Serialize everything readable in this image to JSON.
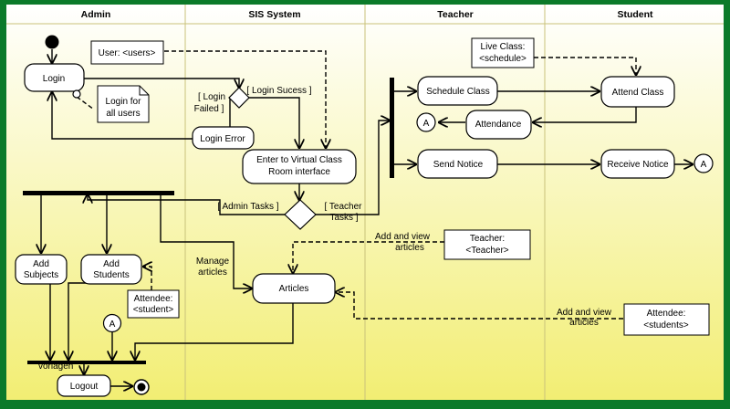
{
  "colors": {
    "frame": "#0b7a2a",
    "bg_top": "#ffffff",
    "bg_bottom": "#f2ee73",
    "line": "#000000",
    "node_fill": "#ffffff"
  },
  "lanes": [
    "Admin",
    "SIS System",
    "Teacher",
    "Student"
  ],
  "activities": {
    "login": "Login",
    "login_error": "Login Error",
    "enter_class": [
      "Enter to Virtual Class",
      "Room interface"
    ],
    "add_subjects": [
      "Add",
      "Subjects"
    ],
    "add_students": [
      "Add",
      "Students"
    ],
    "articles": "Articles",
    "logout": "Logout",
    "schedule_class": "Schedule Class",
    "attendance": "Attendance",
    "send_notice": "Send Notice",
    "attend_class": "Attend Class",
    "receive_notice": "Receive Notice"
  },
  "objects": {
    "user": "User: <users>",
    "live_class": [
      "Live Class:",
      "<schedule>"
    ],
    "teacher": [
      "Teacher:",
      "<Teacher>"
    ],
    "attendee_student": [
      "Attendee:",
      "<student>"
    ],
    "attendee_students": [
      "Attendee:",
      "<students>"
    ]
  },
  "notes": {
    "login_note": [
      "Login for",
      "all users"
    ]
  },
  "guards": {
    "login_failed": [
      "[ Login",
      "Failed ]"
    ],
    "login_success": "[ Login Sucess ]",
    "admin_tasks": "[ Admin Tasks ]",
    "teacher_tasks": [
      "[ Teacher",
      "Tasks ]"
    ]
  },
  "flow_labels": {
    "manage_articles": [
      "Manage",
      "articles"
    ],
    "add_view_articles_teacher": [
      "Add and view",
      "articles"
    ],
    "add_view_articles_students": [
      "Add and view",
      "articles"
    ],
    "merge_bar_label": "vorlagen"
  },
  "connectors": {
    "a": "A"
  }
}
